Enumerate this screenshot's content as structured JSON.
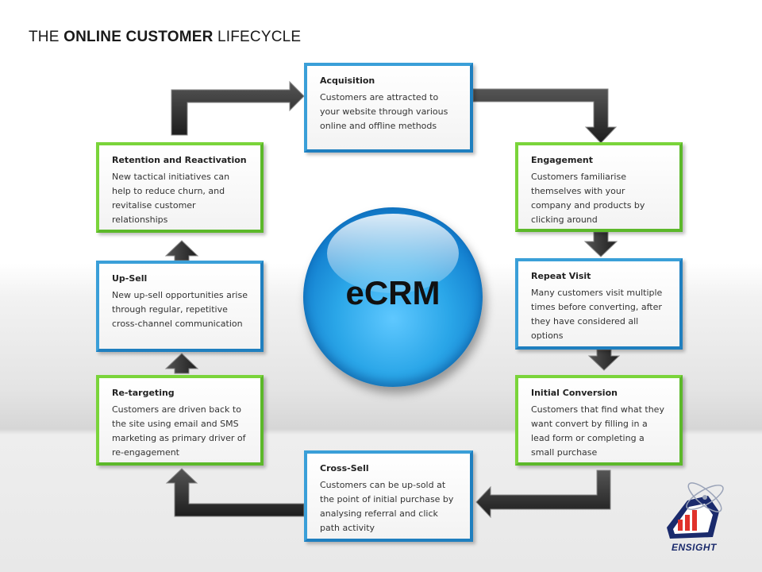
{
  "title": {
    "prefix": "THE ",
    "bold": "ONLINE CUSTOMER",
    "suffix": " LIFECYCLE"
  },
  "center": {
    "label": "eCRM"
  },
  "stages": {
    "acquisition": {
      "title": "Acquisition",
      "text": "Customers are attracted to your website through various online and offline methods"
    },
    "engagement": {
      "title": "Engagement",
      "text": "Customers familiarise themselves with your company and products by clicking around"
    },
    "repeat_visit": {
      "title": "Repeat Visit",
      "text": "Many customers visit multiple times before converting, after they have considered all options"
    },
    "initial_conversion": {
      "title": "Initial Conversion",
      "text": "Customers that find what they want convert by filling in a lead form or completing a small purchase"
    },
    "cross_sell": {
      "title": "Cross-Sell",
      "text": "Customers can be up-sold at the point of initial purchase by analysing referral and click path activity"
    },
    "retargeting": {
      "title": "Re-targeting",
      "text": "Customers are driven back to the site using email and SMS marketing as primary driver of re-engagement"
    },
    "up_sell": {
      "title": "Up-Sell",
      "text": "New up-sell opportunities arise through regular, repetitive cross-channel communication"
    },
    "retention": {
      "title": "Retention and Reactivation",
      "text": "New tactical initiatives can help to reduce churn, and revitalise customer relationships"
    }
  },
  "logo": {
    "text": "ENSIGHT",
    "colors": {
      "navy": "#1a2a6c",
      "red": "#e0322b"
    }
  },
  "colors": {
    "blue_border": "#3a9fd8",
    "green_border": "#7ad43a",
    "arrow": "#333333"
  }
}
